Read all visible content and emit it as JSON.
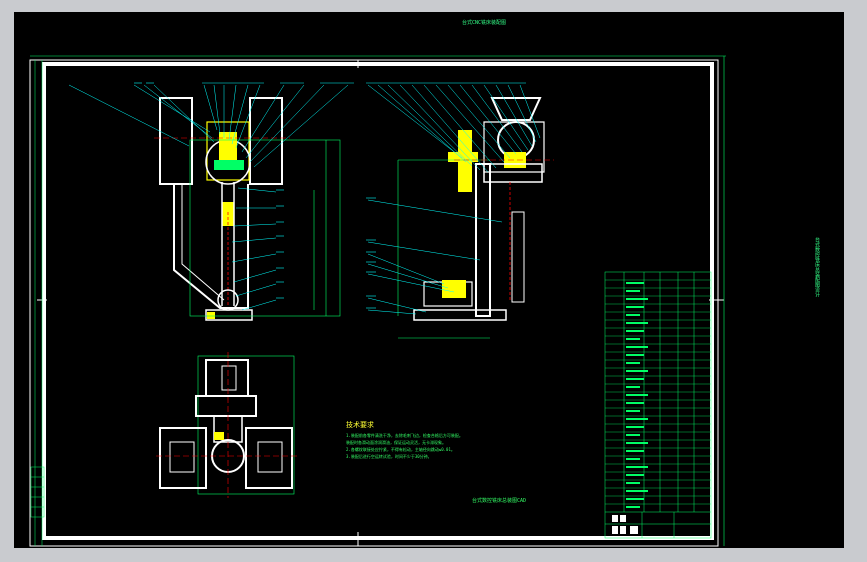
{
  "drawing": {
    "top_title": "台式CNC铣床装配图",
    "side_caption": "台式数控铣床总装配图设计",
    "bottom_caption": "台式数控铣床总装图CAD",
    "technical_notes": {
      "heading": "技术要求",
      "lines": [
        "1.装配前各零件清洗干净，去除毛刺飞边，检查合格后方可装配。",
        "  装配时各滑动面涂润滑油，保证运动灵活，无卡滞现象。",
        "2.各螺纹联接处应拧紧，不得有松动，主轴径向跳动≤0.01。",
        "3.装配后进行空运转试验，时间不少于30分钟。"
      ]
    },
    "colors": {
      "paper_background": "#000000",
      "window_background": "#c9cbcf",
      "border": "#ffffff",
      "leader": "#00ffff",
      "dimension": "#00ff66",
      "part_body": "#ffffff",
      "highlight": "#ffff00",
      "center_line": "#ff0000"
    }
  }
}
